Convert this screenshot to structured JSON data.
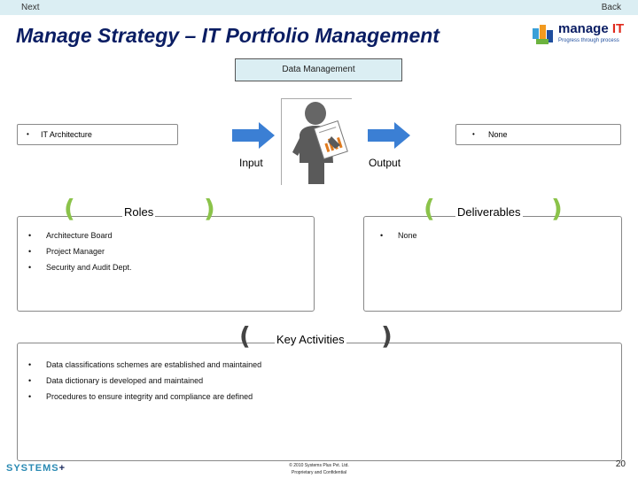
{
  "nav": {
    "next": "Next",
    "back": "Back"
  },
  "header": {
    "title": "Manage Strategy – IT Portfolio Management"
  },
  "logo": {
    "word": "manage",
    "accent": "IT",
    "tagline": "Progress through process"
  },
  "center_box": "Data Management",
  "input": {
    "bullet": "•",
    "item": "IT Architecture",
    "label": "Input"
  },
  "output": {
    "bullet": "•",
    "item": "None",
    "label": "Output"
  },
  "roles": {
    "title": "Roles",
    "items": [
      "Architecture Board",
      "Project Manager",
      "Security and Audit Dept."
    ]
  },
  "deliverables": {
    "title": "Deliverables",
    "items": [
      "None"
    ]
  },
  "activities": {
    "title": "Key Activities",
    "items": [
      "Data classifications schemes are established and maintained",
      "Data dictionary is developed and maintained",
      "Procedures to ensure integrity and compliance are defined"
    ]
  },
  "bracket": {
    "open": "(",
    "close": ")"
  },
  "footer": {
    "brand": "SYSTEMS",
    "brand_plus": "+",
    "copyright_line1": "© 2010 Systems Plus Pvt. Ltd.",
    "copyright_line2": "Proprietary and Confidential",
    "page": "20"
  },
  "colors": {
    "arrow": "#3b7fd4",
    "title": "#0a1d63",
    "bracket_green": "#8bc34a",
    "topbar": "#dbeef3"
  }
}
